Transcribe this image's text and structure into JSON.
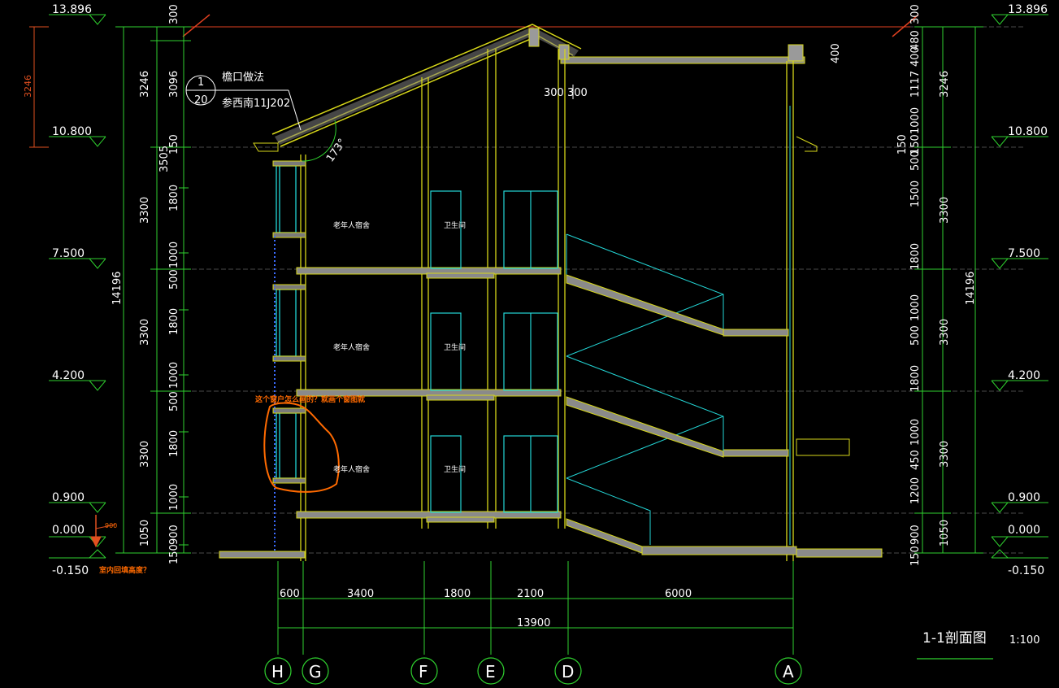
{
  "elevations": [
    "13.896",
    "10.800",
    "7.500",
    "4.200",
    "0.900",
    "0.000",
    "-0.150"
  ],
  "left_red_dim": "3246",
  "total_height": "14196",
  "left_dims_outer": [
    "3246",
    "3300",
    "3300",
    "3300",
    "1050"
  ],
  "left_dims_mid": [
    "3505"
  ],
  "left_dims_inner": [
    "300",
    "3096",
    "150",
    "1800",
    "1000",
    "500",
    "1800",
    "1000",
    "500",
    "1800",
    "1000",
    "900",
    "150"
  ],
  "right_dims_inner": [
    "300",
    "480",
    "400",
    "1117",
    "1000",
    "150",
    "500",
    "1500",
    "1800",
    "1000",
    "500",
    "1800",
    "1000",
    "450",
    "1200",
    "900",
    "150"
  ],
  "right_side_small": "150",
  "roof_dims": [
    "400",
    "300 300"
  ],
  "roof_angle": "173°",
  "detail": {
    "number": "1",
    "sheet": "20",
    "title": "檐口做法",
    "reference": "参西南11J202"
  },
  "rooms": [
    "老年人宿舍",
    "卫生间"
  ],
  "notes": {
    "window_question": "这个窗户怎么画的？就画个窗图就",
    "sill_question": "室内回填高度？",
    "sill_dim": "900"
  },
  "bottom_dims": [
    "600",
    "3400",
    "1800",
    "2100",
    "6000"
  ],
  "bottom_total": "13900",
  "axes": [
    "H",
    "G",
    "F",
    "E",
    "D",
    "A"
  ],
  "title": {
    "name": "1-1剖面图",
    "scale": "1:100"
  }
}
